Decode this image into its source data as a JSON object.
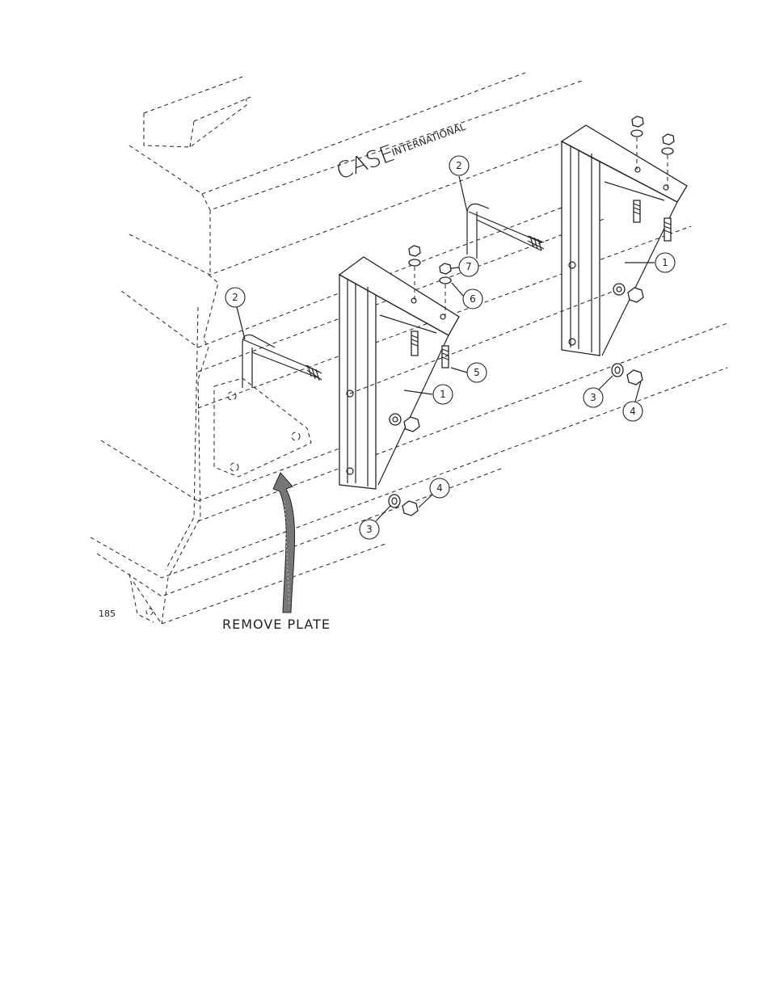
{
  "figure_number": "185",
  "brand": {
    "main": "CASE",
    "sub": "INTERNATIONAL"
  },
  "instruction": "REMOVE PLATE",
  "callouts": [
    "1",
    "2",
    "3",
    "4",
    "5",
    "6",
    "7"
  ]
}
